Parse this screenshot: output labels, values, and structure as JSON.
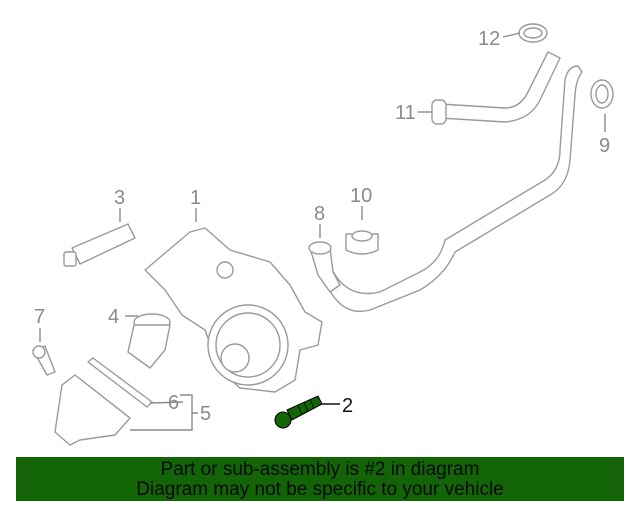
{
  "callouts": {
    "c1": "1",
    "c2": "2",
    "c3": "3",
    "c4": "4",
    "c5": "5",
    "c6": "6",
    "c7": "7",
    "c8": "8",
    "c9": "9",
    "c10": "10",
    "c11": "11",
    "c12": "12"
  },
  "highlight_color": "#136307",
  "banner": {
    "line1": "Part or sub-assembly is #2 in diagram",
    "line2": "Diagram may not be specific to your vehicle"
  }
}
